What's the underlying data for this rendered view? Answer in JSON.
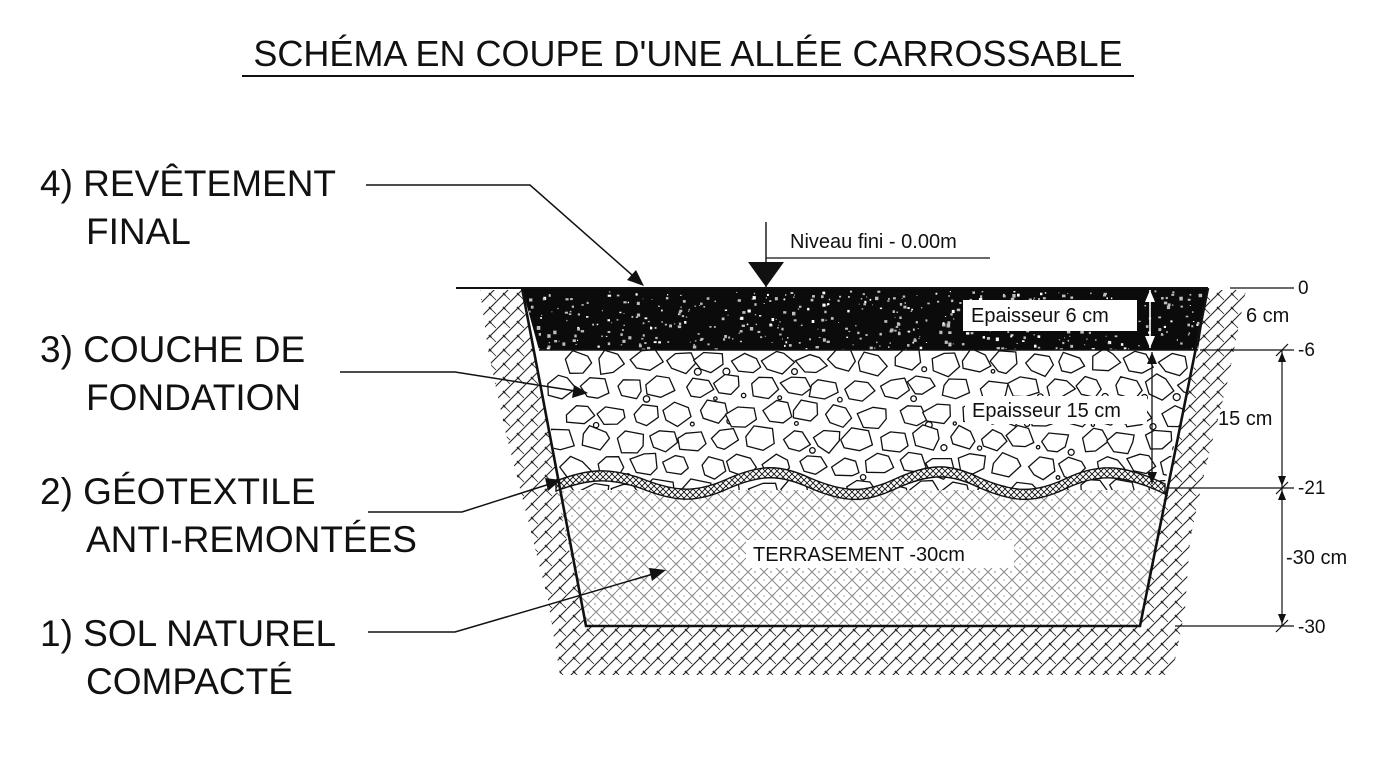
{
  "title": "SCHÉMA EN COUPE D'UNE ALLÉE CARROSSABLE",
  "layers": [
    {
      "line1": "4) REVÊTEMENT",
      "line2": "FINAL"
    },
    {
      "line1": "3) COUCHE DE",
      "line2": "FONDATION"
    },
    {
      "line1": "2) GÉOTEXTILE",
      "line2": "ANTI-REMONTÉES"
    },
    {
      "line1": "1) SOL NATUREL",
      "line2": "COMPACTÉ"
    }
  ],
  "finished_level": "Niveau fini - 0.00m",
  "thickness_surface": "Epaisseur 6 cm",
  "thickness_base": "Epaisseur 15 cm",
  "excavation": "TERRASEMENT -30cm",
  "elevations": [
    "0",
    "-6",
    "-21",
    "-30"
  ],
  "dimensions": [
    "6 cm",
    "15 cm",
    "-30 cm"
  ],
  "colors": {
    "ink": "#111111",
    "asphalt": "#0b0b0b",
    "background": "#ffffff"
  }
}
